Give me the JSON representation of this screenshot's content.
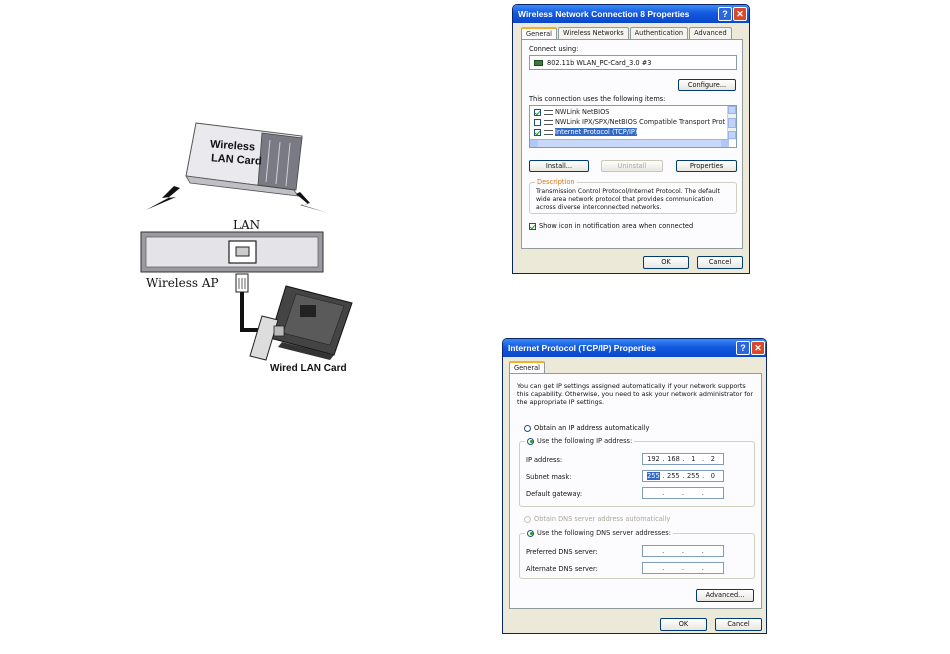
{
  "diagram": {
    "wireless_card_label_line1": "Wireless",
    "wireless_card_label_line2": "LAN  Card",
    "lan_label": "LAN",
    "ap_label": "Wireless AP",
    "wired_card_label": "Wired LAN Card"
  },
  "wireless_dialog": {
    "title": "Wireless Network Connection 8 Properties",
    "help_glyph": "?",
    "close_glyph": "✕",
    "tabs": [
      {
        "label": "General"
      },
      {
        "label": "Wireless Networks"
      },
      {
        "label": "Authentication"
      },
      {
        "label": "Advanced"
      }
    ],
    "connect_using_label": "Connect using:",
    "adapter_name": "802.11b WLAN_PC-Card_3.0 #3",
    "configure_label": "Configure...",
    "items_label": "This connection uses the following items:",
    "items": [
      {
        "label": "NWLink NetBIOS",
        "checked": true
      },
      {
        "label": "NWLink IPX/SPX/NetBIOS Compatible Transport Prot",
        "checked": false
      },
      {
        "label": "Internet Protocol (TCP/IP)",
        "checked": true,
        "selected": true
      }
    ],
    "install_label": "Install...",
    "uninstall_label": "Uninstall",
    "properties_label": "Properties",
    "description_label": "Description",
    "description_text_1": "Transmission Control Protocol/Internet Protocol. The default",
    "description_text_2": "wide area network protocol that provides communication",
    "description_text_3": "across diverse interconnected networks.",
    "show_icon_label": "Show icon in notification area when connected",
    "show_icon_checked": true,
    "ok_label": "OK",
    "cancel_label": "Cancel"
  },
  "tcpip_dialog": {
    "title": "Internet Protocol (TCP/IP) Properties",
    "help_glyph": "?",
    "close_glyph": "✕",
    "tab_general": "General",
    "intro_1": "You can get IP settings assigned automatically if your network supports",
    "intro_2": "this capability. Otherwise, you need to ask your network administrator for",
    "intro_3": "the appropriate IP settings.",
    "obtain_ip_label": "Obtain an IP address automatically",
    "use_ip_label": "Use the following IP address:",
    "ip_label": "IP address:",
    "ip_octets": [
      "192",
      "168",
      "1",
      "2"
    ],
    "subnet_label": "Subnet mask:",
    "subnet_octets": [
      "255",
      "255",
      "255",
      "0"
    ],
    "gateway_label": "Default gateway:",
    "obtain_dns_label": "Obtain DNS server address automatically",
    "use_dns_label": "Use the following DNS server addresses:",
    "preferred_dns_label": "Preferred DNS server:",
    "alternate_dns_label": "Alternate DNS server:",
    "advanced_label": "Advanced...",
    "ok_label": "OK",
    "cancel_label": "Cancel"
  }
}
